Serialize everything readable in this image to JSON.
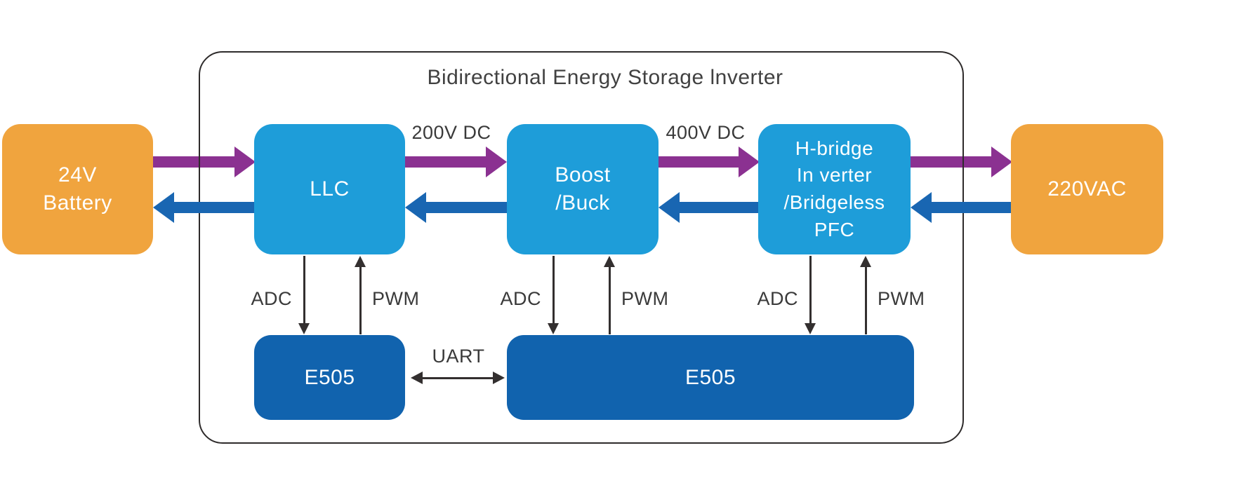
{
  "diagram_title": "Bidirectional Energy Storage lnverter",
  "colors": {
    "source-orange": "#F0A43E",
    "converter-blue": "#1E9DD9",
    "mcu-blue": "#1163AE",
    "forward-purple": "#8B3191",
    "reverse-blue": "#1966B2",
    "line-dark": "#332F2F",
    "text-dark": "#3A3A3A"
  },
  "blocks": {
    "battery": {
      "line1": "24V",
      "line2": "Battery"
    },
    "llc": {
      "label": "LLC"
    },
    "boost_buck": {
      "line1": "Boost",
      "line2": "/Buck"
    },
    "hbridge": {
      "lines": [
        "H-bridge",
        "In verter",
        "/Bridgeless",
        "PFC"
      ]
    },
    "grid": {
      "label": "220VAC"
    },
    "mcu_left": {
      "label": "E505"
    },
    "mcu_right": {
      "label": "E505"
    }
  },
  "labels": {
    "dc_200": "200V DC",
    "dc_400": "400V DC",
    "adc": "ADC",
    "pwm": "PWM",
    "uart": "UART"
  },
  "arrows": {
    "forward_power_color": "#8B3191",
    "forward_power_direction": "left-to-right",
    "reverse_power_color": "#1966B2",
    "reverse_power_direction": "right-to-left",
    "adc_direction": "down",
    "pwm_direction": "up",
    "uart_direction": "bidirectional"
  }
}
